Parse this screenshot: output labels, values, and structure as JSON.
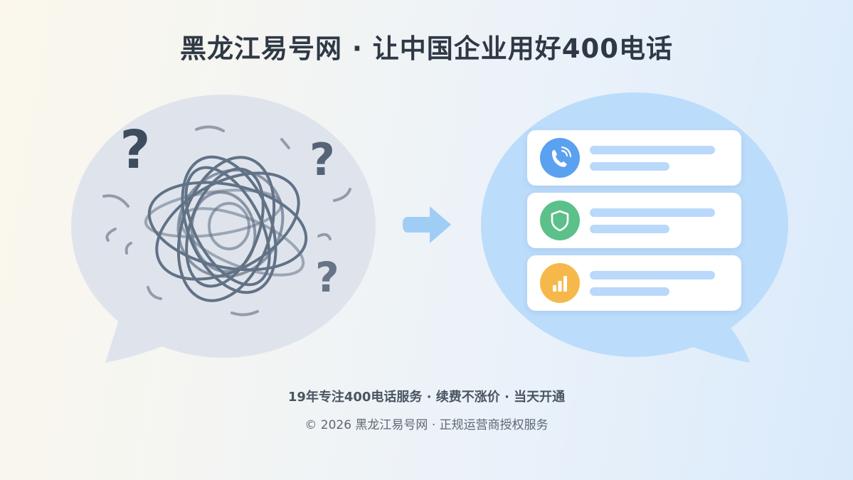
{
  "header": {
    "title": "黑龙江易号网 · 让中国企业用好400电话"
  },
  "left_bubble": {
    "question_mark": "?"
  },
  "right_bubble": {
    "cards": [
      {
        "icon": "phone-icon",
        "color": "#5aa1f0"
      },
      {
        "icon": "shield-icon",
        "color": "#5cc08a"
      },
      {
        "icon": "bar-chart-icon",
        "color": "#f7b84b"
      }
    ]
  },
  "footer": {
    "tagline": "19年专注400电话服务 · 续费不涨价 · 当天开通",
    "copyright": "© 2026 黑龙江易号网 · 正规运营商授权服务"
  },
  "colors": {
    "title": "#2f3845",
    "left_bubble": "#dfe4ec",
    "tangle_stroke": "#55667c",
    "right_bubble": "#bcdcfb",
    "arrow": "#9fcdf6"
  }
}
